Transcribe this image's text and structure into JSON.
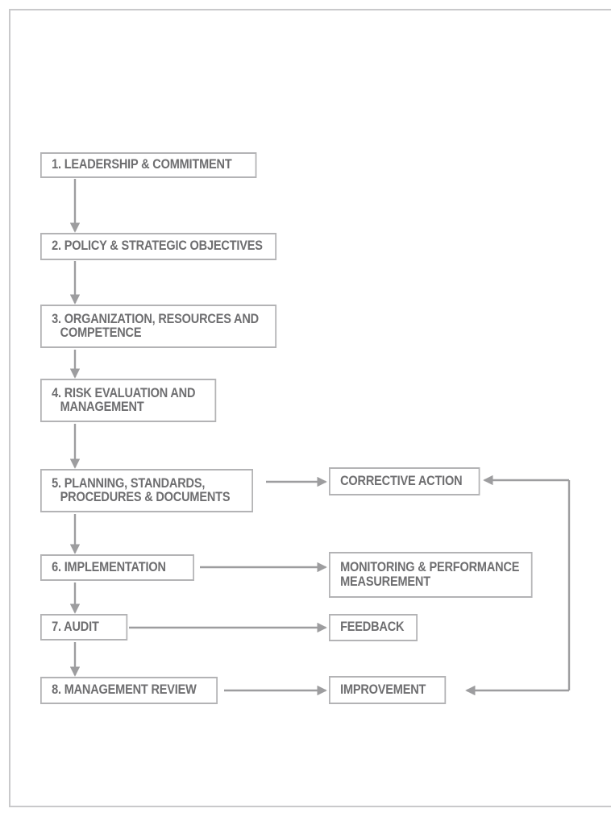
{
  "diagram": {
    "title_present": false,
    "type": "flowchart",
    "colors": {
      "text": "#6e6e70",
      "box_border": "#b3b3b5",
      "connector": "#9d9d9f",
      "page_border": "#c9c9cb",
      "background": "#ffffff"
    },
    "main_sequence": [
      {
        "id": "n1",
        "label": "1. LEADERSHIP & COMMITMENT"
      },
      {
        "id": "n2",
        "label": "2. POLICY & STRATEGIC OBJECTIVES"
      },
      {
        "id": "n3",
        "label": "3. ORGANIZATION, RESOURCES AND",
        "label_line2": "COMPETENCE"
      },
      {
        "id": "n4",
        "label": "4. RISK EVALUATION AND",
        "label_line2": "MANAGEMENT"
      },
      {
        "id": "n5",
        "label": "5. PLANNING, STANDARDS,",
        "label_line2": "PROCEDURES & DOCUMENTS"
      },
      {
        "id": "n6",
        "label": "6. IMPLEMENTATION"
      },
      {
        "id": "n7",
        "label": "7. AUDIT"
      },
      {
        "id": "n8",
        "label": "8. MANAGEMENT REVIEW"
      }
    ],
    "side_nodes": [
      {
        "id": "r1",
        "label": "CORRECTIVE ACTION"
      },
      {
        "id": "r2",
        "label": "MONITORING & PERFORMANCE",
        "label_line2": "MEASUREMENT"
      },
      {
        "id": "r3",
        "label": "FEEDBACK"
      },
      {
        "id": "r4",
        "label": "IMPROVEMENT"
      }
    ],
    "connections": [
      {
        "from": "n1",
        "to": "n2",
        "direction": "down"
      },
      {
        "from": "n2",
        "to": "n3",
        "direction": "down"
      },
      {
        "from": "n3",
        "to": "n4",
        "direction": "down"
      },
      {
        "from": "n4",
        "to": "n5",
        "direction": "down"
      },
      {
        "from": "n5",
        "to": "n6",
        "direction": "down"
      },
      {
        "from": "n6",
        "to": "n7",
        "direction": "down"
      },
      {
        "from": "n7",
        "to": "n8",
        "direction": "down"
      },
      {
        "from": "n5",
        "to": "r1",
        "direction": "right"
      },
      {
        "from": "n6",
        "to": "r2",
        "direction": "right"
      },
      {
        "from": "n7",
        "to": "r3",
        "direction": "right"
      },
      {
        "from": "n8",
        "to": "r4",
        "direction": "right"
      },
      {
        "from": "feedback-loop-right",
        "to": "r1",
        "direction": "left"
      },
      {
        "from": "feedback-loop-right",
        "to": "r4",
        "direction": "left"
      }
    ]
  }
}
